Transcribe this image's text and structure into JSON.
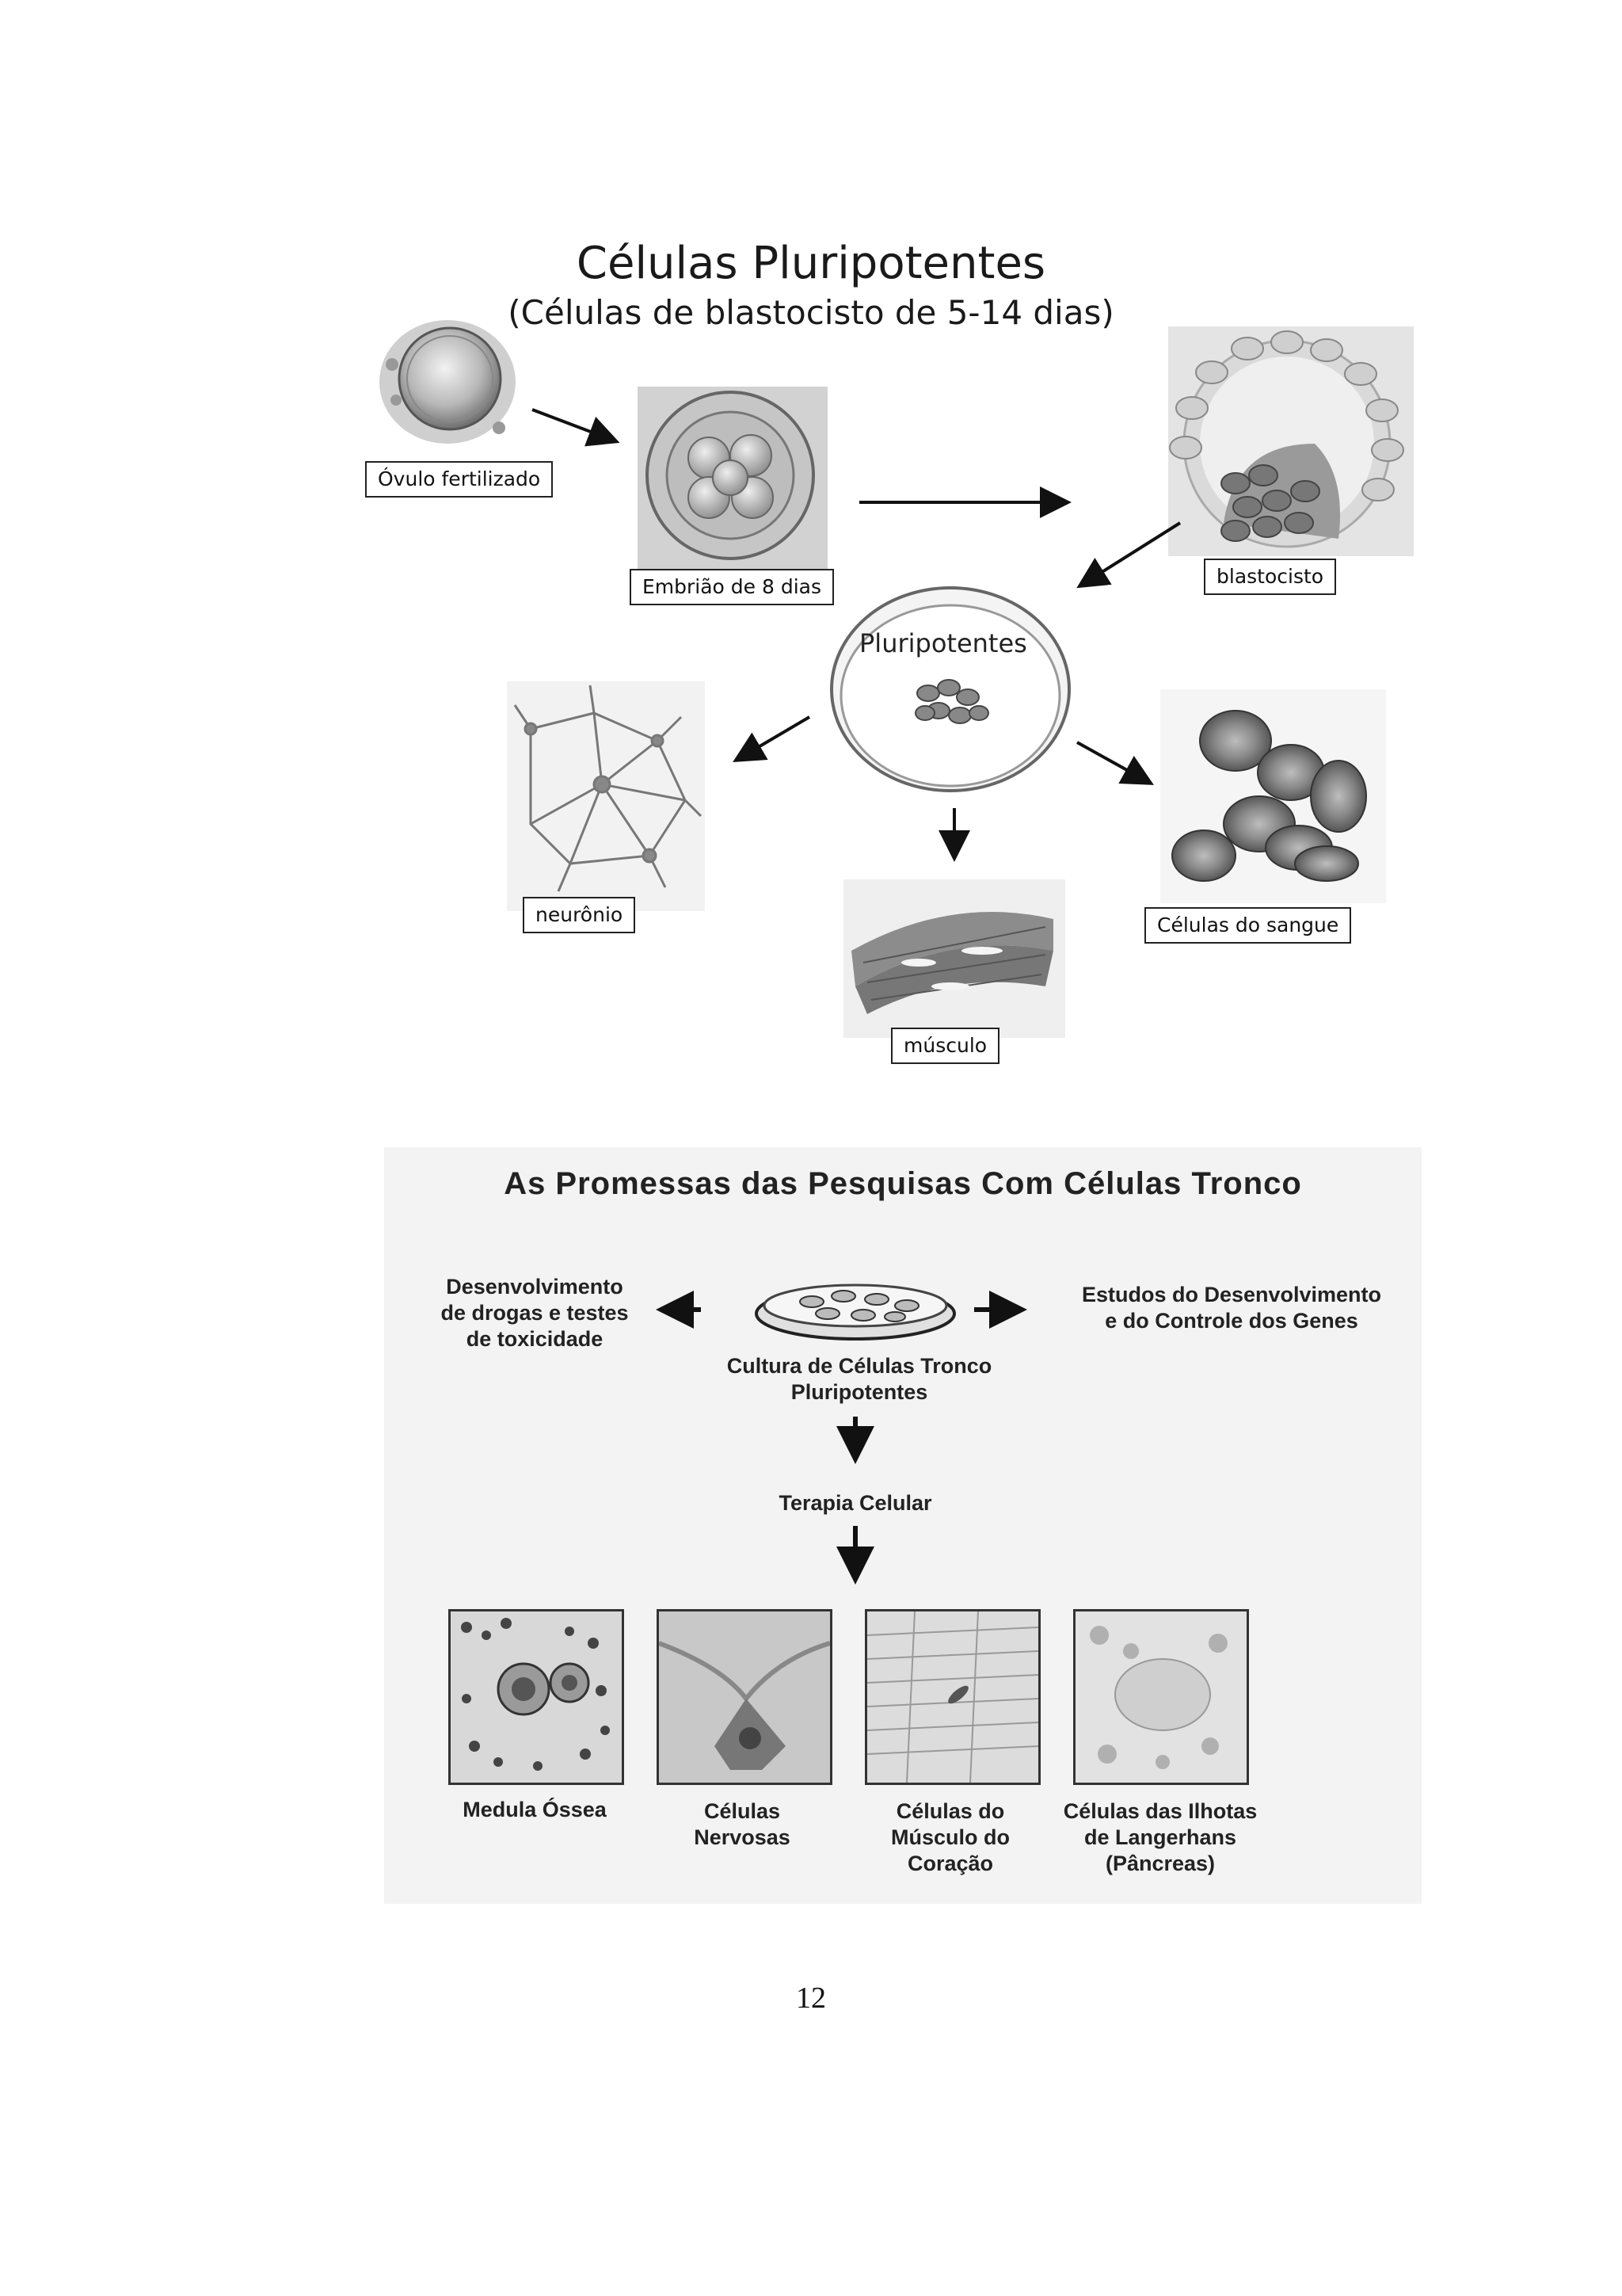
{
  "figure1": {
    "title": "Células Pluripotentes",
    "subtitle": "(Células de blastocisto de 5-14 dias)",
    "labels": {
      "fertilized_egg": "Óvulo fertilizado",
      "embryo": "Embrião de 8 dias",
      "blastocyst": "blastocisto",
      "pluripotent": "Pluripotentes",
      "neuron": "neurônio",
      "muscle": "músculo",
      "blood_cells": "Células do sangue"
    }
  },
  "figure2": {
    "title": "As Promessas das Pesquisas Com Células Tronco",
    "left_text": [
      "Desenvolvimento",
      "de drogas e testes",
      "de toxicidade"
    ],
    "right_text": [
      "Estudos do Desenvolvimento",
      "e do Controle dos Genes"
    ],
    "culture_text": [
      "Cultura de Células Tronco",
      "Pluripotentes"
    ],
    "therapy_text": "Terapia Celular",
    "tiles": [
      {
        "caption": [
          "Medula Óssea"
        ]
      },
      {
        "caption": [
          "Células",
          "Nervosas"
        ]
      },
      {
        "caption": [
          "Células do",
          "Músculo do",
          "Coração"
        ]
      },
      {
        "caption": [
          "Células das Ilhotas",
          "de Langerhans",
          "(Pâncreas)"
        ]
      }
    ]
  },
  "page_number": "12"
}
